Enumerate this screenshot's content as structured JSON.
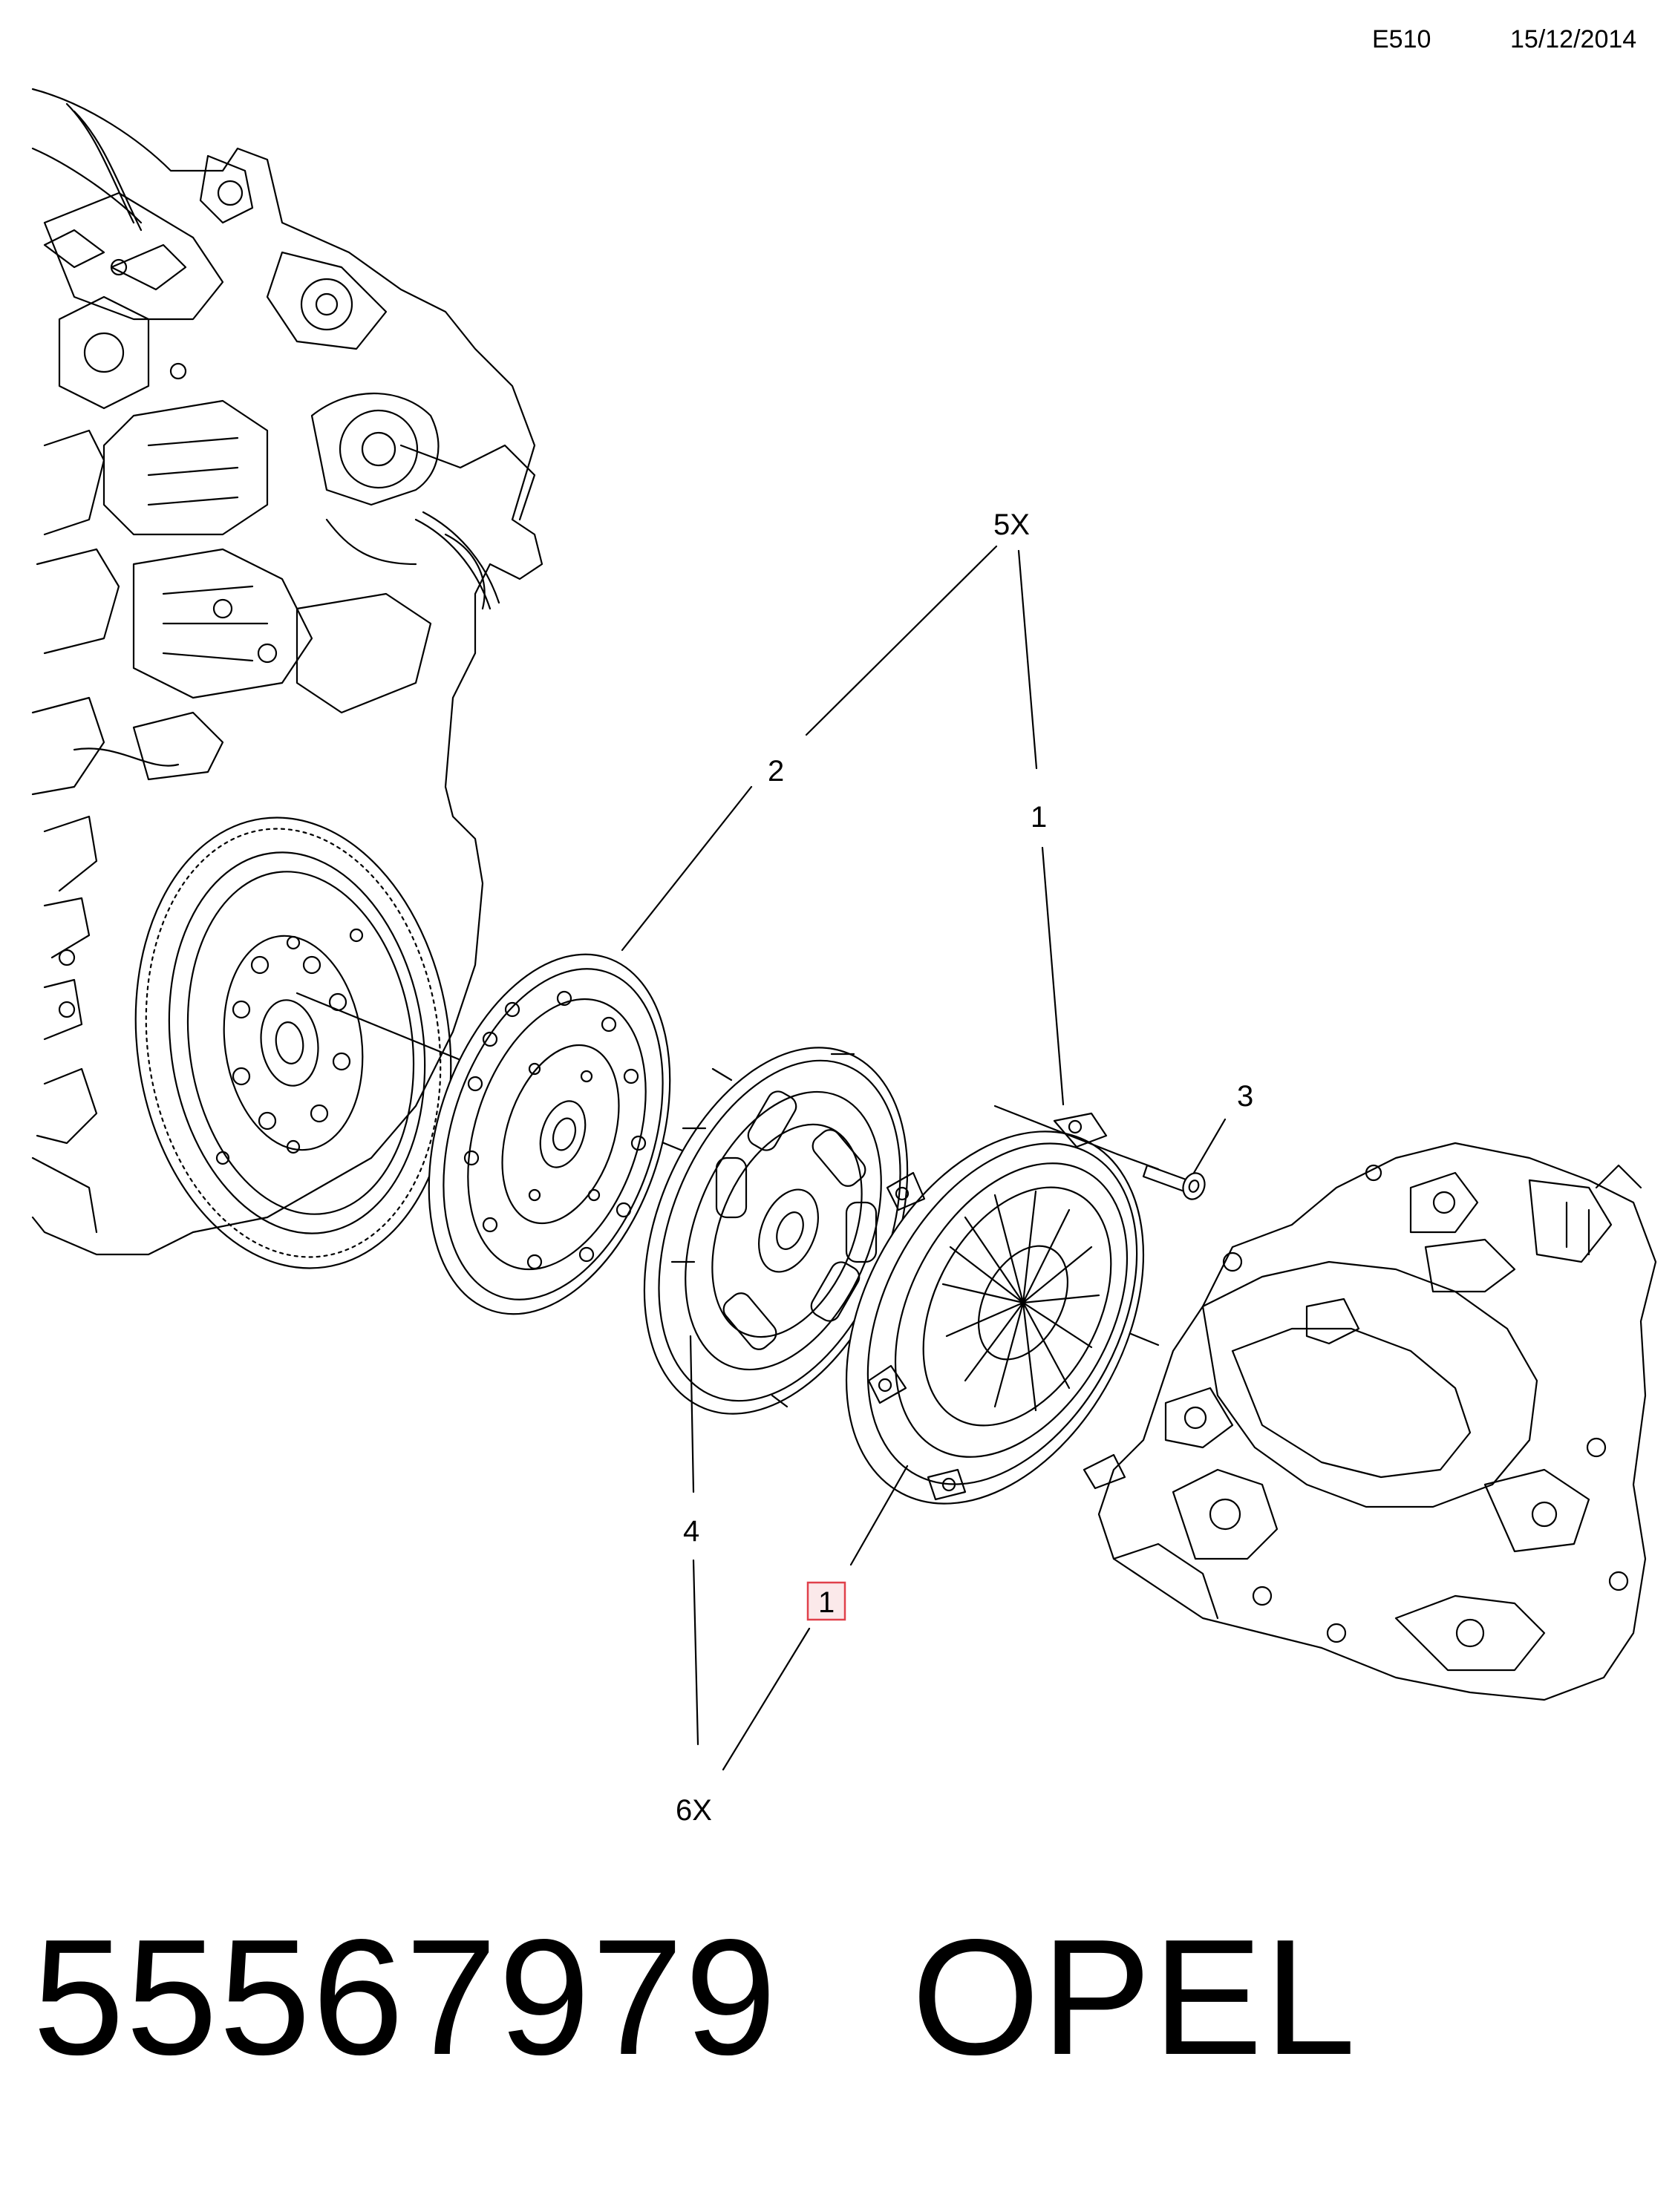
{
  "header": {
    "code": "E510",
    "date": "15/12/2014"
  },
  "callouts": {
    "qty_top": "5X",
    "item_2": "2",
    "item_1_top": "1",
    "item_3": "3",
    "item_4": "4",
    "item_1_highlight": "1",
    "qty_bottom": "6X"
  },
  "colors": {
    "line": "#000000",
    "highlight_border": "#e0404a",
    "highlight_fill": "#fbe9ea"
  },
  "footer": {
    "part_number": "55567979",
    "brand": "OPEL"
  }
}
